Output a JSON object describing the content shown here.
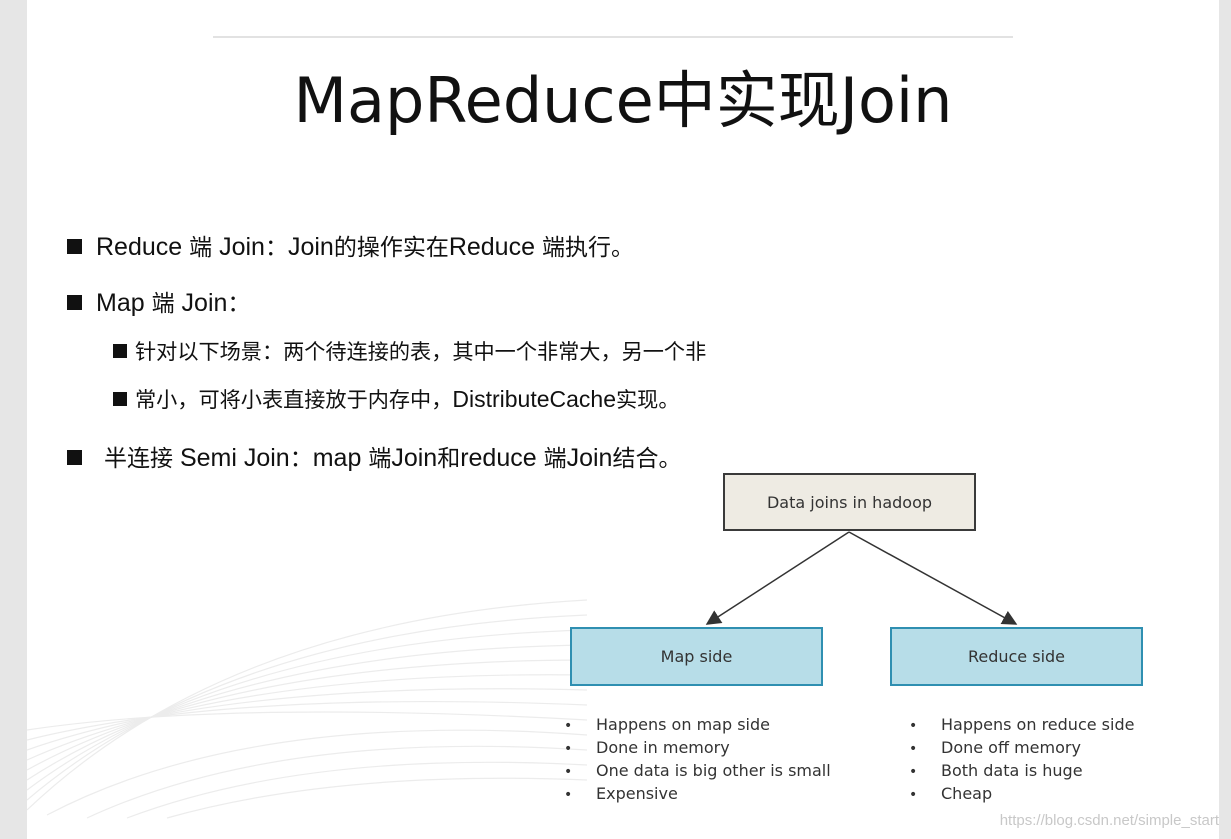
{
  "slide": {
    "title": "MapReduce中实现Join",
    "bullets": [
      {
        "parts": [
          "Reduce ",
          "端",
          " Join",
          "：",
          "Join",
          "的操作实在",
          "Reduce ",
          "端执行。"
        ]
      },
      {
        "parts": [
          "Map ",
          "端",
          " Join",
          "："
        ]
      },
      {
        "parts": [
          "针对以下场景：两个待连接的表，其中一个非常大，另一个非"
        ]
      },
      {
        "parts": [
          "常小，可将小表直接放于内存中，",
          "DistributeCache",
          "实现。"
        ]
      },
      {
        "parts": [
          "半连接",
          " Semi Join",
          "：",
          "map ",
          "端",
          "Join",
          "和",
          "reduce ",
          "端",
          "Join",
          "结合。"
        ]
      }
    ]
  },
  "diagram": {
    "root": "Data joins in hadoop",
    "left": {
      "label": "Map side",
      "items": [
        "Happens on map side",
        "Done in memory",
        "One data is big other is small",
        "Expensive"
      ]
    },
    "right": {
      "label": "Reduce side",
      "items": [
        "Happens on reduce side",
        "Done off memory",
        "Both data is huge",
        "Cheap"
      ]
    },
    "bullet_glyph": "•"
  },
  "watermark": "https://blog.csdn.net/simple_start"
}
